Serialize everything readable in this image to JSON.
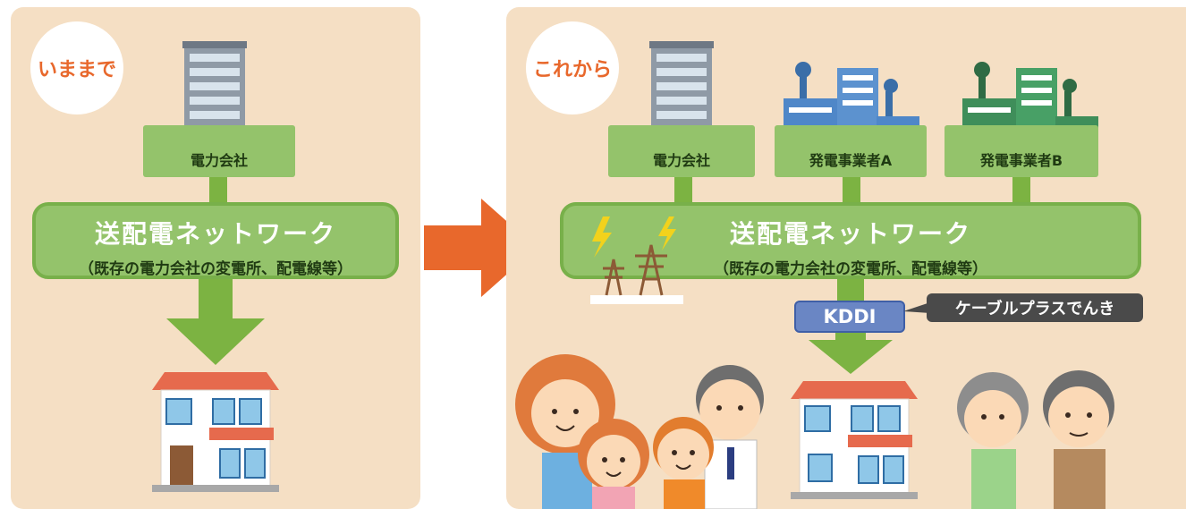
{
  "left_panel": {
    "badge": "いままで",
    "company_label": "電力会社",
    "network_title": "送配電ネットワーク",
    "network_subtitle": "（既存の電力会社の変電所、配電線等）"
  },
  "right_panel": {
    "badge": "これから",
    "company_label": "電力会社",
    "generator_a_label": "発電事業者A",
    "generator_b_label": "発電事業者B",
    "network_title": "送配電ネットワーク",
    "network_subtitle": "（既存の電力会社の変電所、配電線等）",
    "kddi_label": "KDDI",
    "service_label": "ケーブルプラスでんき"
  },
  "colors": {
    "panel_bg": "#f5dfc4",
    "badge_text": "#e8682c",
    "green": "#94c36b",
    "dark_green": "#7cb342",
    "orange_arrow": "#e8682c",
    "kddi_blue": "#6a86c4"
  }
}
